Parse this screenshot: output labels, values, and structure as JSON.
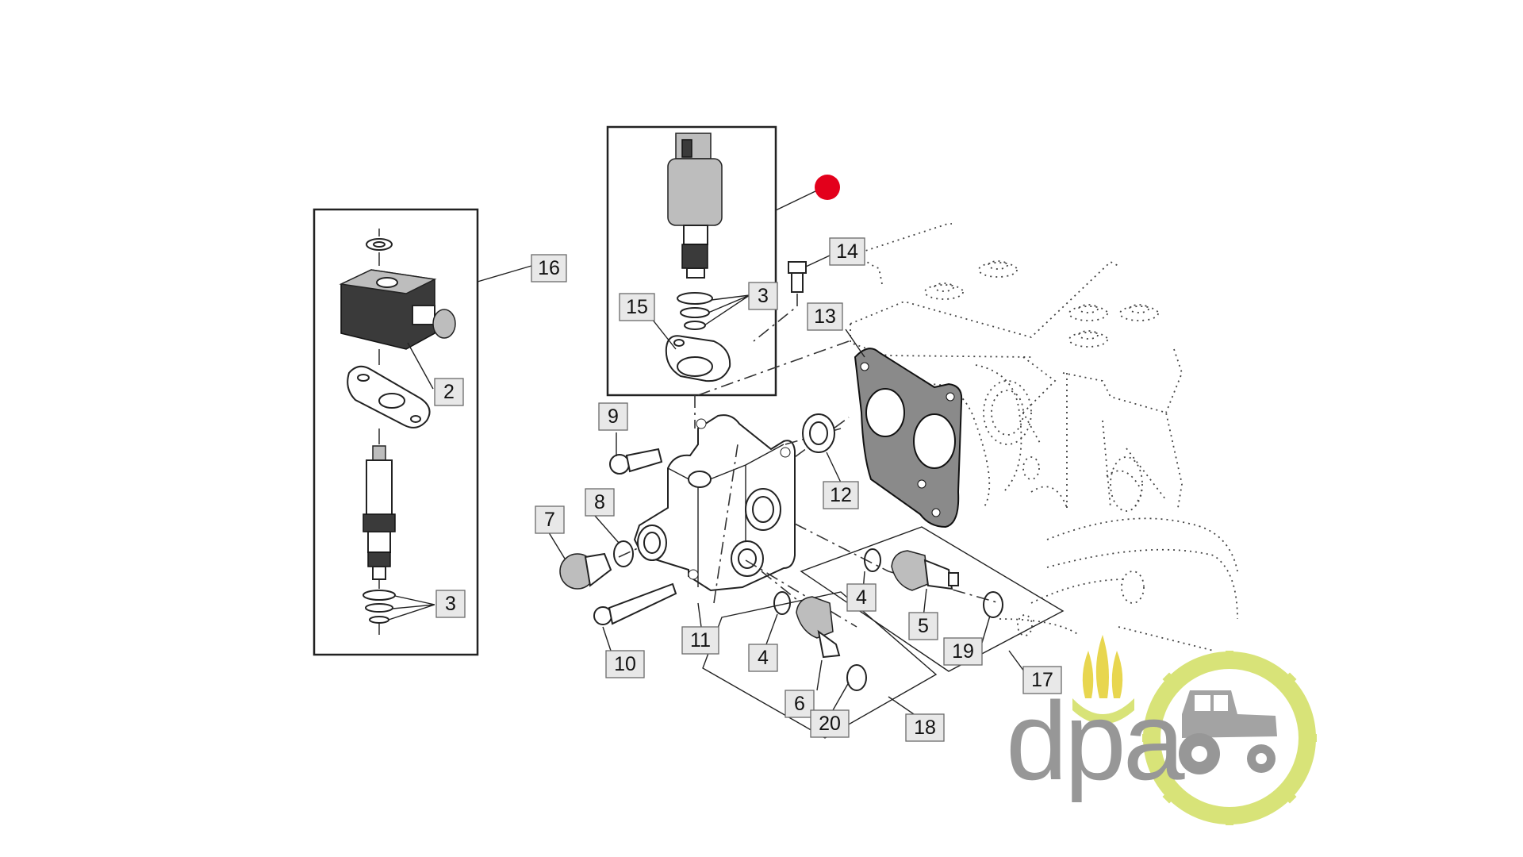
{
  "callouts": {
    "c2": "2",
    "c3a": "3",
    "c3b": "3",
    "c4a": "4",
    "c4b": "4",
    "c5": "5",
    "c6": "6",
    "c7": "7",
    "c8": "8",
    "c9": "9",
    "c10": "10",
    "c11": "11",
    "c12": "12",
    "c13": "13",
    "c14": "14",
    "c15": "15",
    "c16": "16",
    "c17": "17",
    "c18": "18",
    "c19": "19",
    "c20": "20"
  },
  "logo": {
    "text": "dpa"
  },
  "colors": {
    "marker": "#e3001b",
    "logo_green": "#d4e06a",
    "logo_grey": "#8c8c8c",
    "logo_gold": "#e6d23c"
  }
}
